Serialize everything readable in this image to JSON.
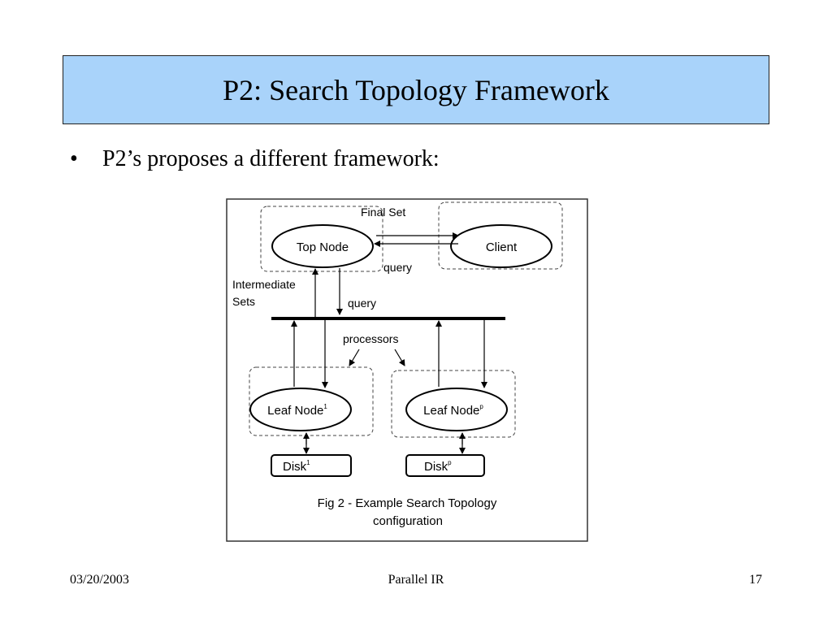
{
  "slide": {
    "title": "P2: Search Topology Framework",
    "bullet": "P2’s proposes a different framework:",
    "title_bg_color": "#a9d3fa"
  },
  "diagram": {
    "final_set_label": "Final Set",
    "top_node_label": "Top Node",
    "client_label": "Client",
    "query_top_label": "query",
    "intermediate_label_line1": "Intermediate",
    "intermediate_label_line2": "Sets",
    "query_bus_label": "query",
    "processors_label": "processors",
    "leaf_node_1_label": "Leaf Node",
    "leaf_node_1_sup": "1",
    "leaf_node_p_label": "Leaf Node",
    "leaf_node_p_sup": "p",
    "disk_1_label": "Disk",
    "disk_1_sup": "1",
    "disk_p_label": "Disk",
    "disk_p_sup": "p",
    "caption_line1": "Fig 2 - Example Search Topology",
    "caption_line2": "configuration"
  },
  "footer": {
    "date": "03/20/2003",
    "center": "Parallel IR",
    "page": "17"
  }
}
